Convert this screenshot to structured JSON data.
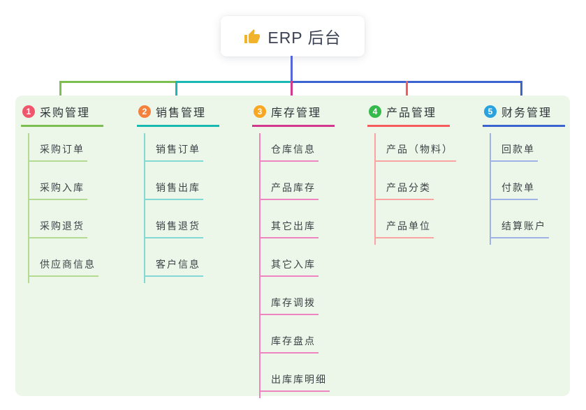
{
  "root": {
    "title": "ERP 后台",
    "icon": "thumbs-up",
    "icon_color": "#f2b32c"
  },
  "colors": {
    "canvas_bg": "#ffffff",
    "board_bg": "#ecf7e9",
    "root_line": "#5566db",
    "root_text": "#3c4254",
    "node_text": "#2f3338",
    "child_text": "#3e4247"
  },
  "branches": [
    {
      "index": "1",
      "label": "采购管理",
      "line_color": "#7cbe4f",
      "light_color": "#b2da92",
      "badge_color": "#f0566c",
      "children": [
        "采购订单",
        "采购入库",
        "采购退货",
        "供应商信息"
      ]
    },
    {
      "index": "2",
      "label": "销售管理",
      "line_color": "#17b9b1",
      "light_color": "#82d8d2",
      "badge_color": "#f6813d",
      "children": [
        "销售订单",
        "销售出库",
        "销售退货",
        "客户信息"
      ]
    },
    {
      "index": "3",
      "label": "库存管理",
      "line_color": "#d2388e",
      "light_color": "#ef85c0",
      "badge_color": "#f9a722",
      "children": [
        "仓库信息",
        "产品库存",
        "其它出库",
        "其它入库",
        "库存调拨",
        "库存盘点",
        "出库库明细"
      ]
    },
    {
      "index": "4",
      "label": "产品管理",
      "line_color": "#f65c5c",
      "light_color": "#f9a3a3",
      "badge_color": "#35b94a",
      "children": [
        "产品（物料）",
        "产品分类",
        "产品单位"
      ]
    },
    {
      "index": "5",
      "label": "财务管理",
      "line_color": "#3c64d0",
      "light_color": "#9fb2e8",
      "badge_color": "#2aa2df",
      "children": [
        "回款单",
        "付款单",
        "结算账户"
      ]
    }
  ]
}
